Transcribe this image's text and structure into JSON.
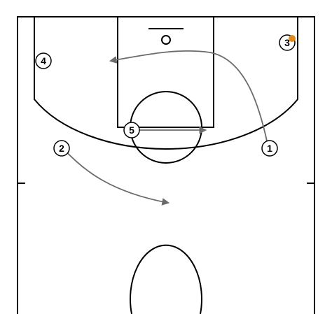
{
  "diagram": {
    "players": [
      {
        "id": "p1",
        "label": "1"
      },
      {
        "id": "p2",
        "label": "2"
      },
      {
        "id": "p3",
        "label": "3"
      },
      {
        "id": "p4",
        "label": "4"
      },
      {
        "id": "p5",
        "label": "5"
      }
    ],
    "ball_color": "#e08a1e",
    "line_color": "#000000",
    "movement_color": "#6b6b6b",
    "background": "#ffffff"
  }
}
